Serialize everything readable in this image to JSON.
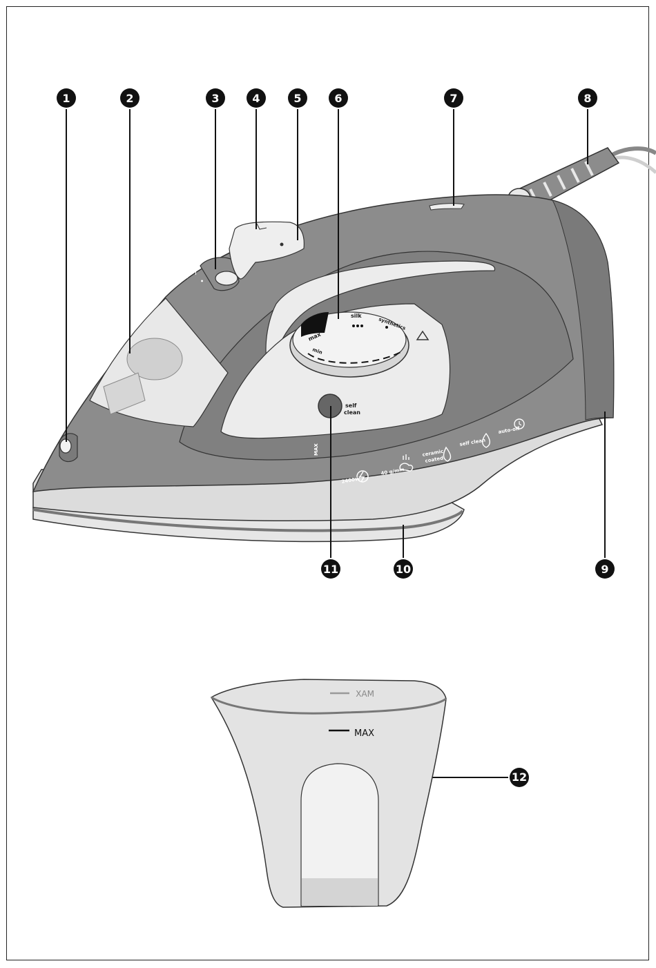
{
  "callouts": [
    "1",
    "2",
    "3",
    "4",
    "5",
    "6",
    "7",
    "8",
    "9",
    "10",
    "11",
    "12"
  ],
  "dial": {
    "max": "max",
    "silk": "silk",
    "synthetics": "synthetics",
    "min": "min"
  },
  "self_clean_button": {
    "line1": "self",
    "line2": "clean"
  },
  "tank_max_mark": "MAX",
  "features": {
    "power": "2400W",
    "steam": "40 g/min",
    "soleplate_line1": "ceramic",
    "soleplate_line2": "coated",
    "self_clean": "self clean",
    "auto_off": "auto-off"
  },
  "jug": {
    "max_inner": "MAX",
    "max_mirror": "MAX"
  },
  "icons": [
    "lightning-icon",
    "steam-cloud-icon",
    "ceramic-coated-icon",
    "water-drop-icon",
    "auto-off-clock-icon",
    "spray-icon"
  ],
  "colors": {
    "body": "#8c8c8c",
    "body_dark": "#6e6e6e",
    "window": "#e9e9e9",
    "soleplate": "#dcdcdc",
    "jug": "#e3e3e3",
    "callout": "#111111"
  }
}
